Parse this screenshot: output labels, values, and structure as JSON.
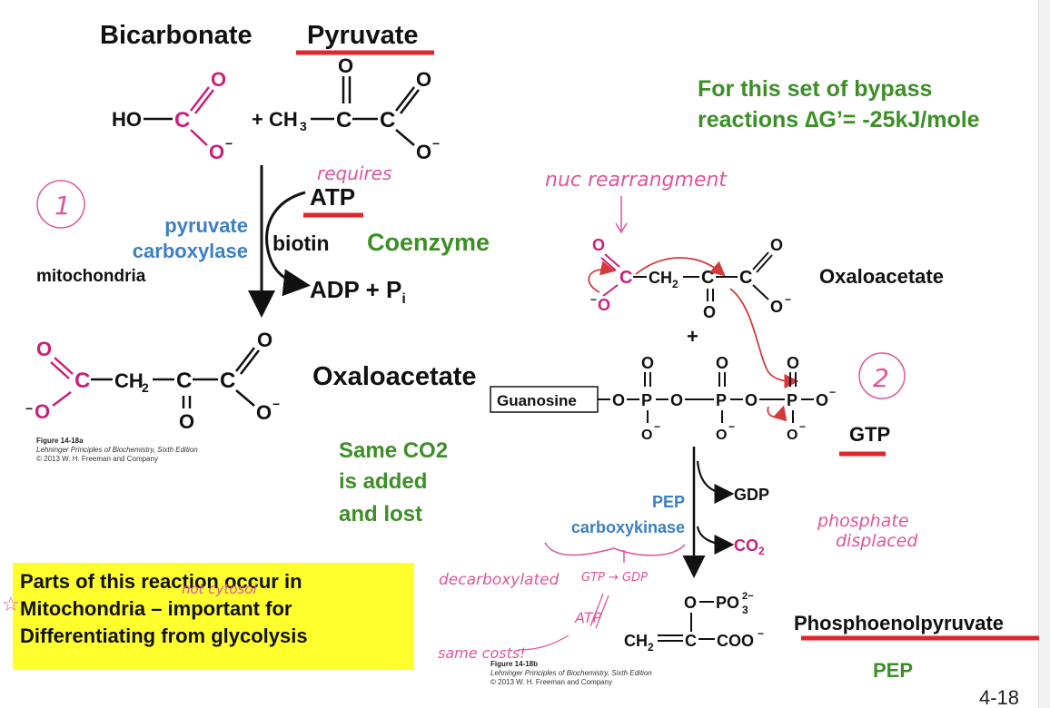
{
  "colors": {
    "magenta": "#cc1f7a",
    "green": "#3c8f26",
    "blue": "#3b7fc4",
    "red": "#e0262a",
    "pink": "#e0559a",
    "yellow": "#ffff2e"
  },
  "top": {
    "bicarbonate": "Bicarbonate",
    "pyruvate": "Pyruvate"
  },
  "top_green": {
    "line1": "For this set of bypass",
    "line2": "reactions ∆G’= -25kJ/mole"
  },
  "step1": {
    "circled": "1",
    "requires": "requires",
    "atp": "ATP",
    "biotin": "biotin",
    "coenzyme": "Coenzyme",
    "adp": "ADP + P",
    "adp_sub": "i",
    "enzyme_line1": "pyruvate",
    "enzyme_line2": "carboxylase",
    "location": "mitochondria",
    "product": "Oxaloacetate"
  },
  "figure_a": {
    "title": "Figure 14-18a",
    "book": "Lehninger Principles of Biochemistry, Sixth Edition",
    "copyright": "© 2013 W. H. Freeman and Company"
  },
  "figure_b": {
    "title": "Figure 14-18b",
    "book": "Lehninger Principles of Biochemistry, Sixth Edition",
    "copyright": "© 2013 W. H. Freeman and Company"
  },
  "co2_note": {
    "line1": "Same CO2",
    "line2": "is added",
    "line3": "and lost"
  },
  "step2": {
    "circled": "2",
    "nuc": "nuc rearrangment",
    "oxaloacetate": "Oxaloacetate",
    "guanosine": "Guanosine",
    "gtp": "GTP",
    "gdp": "GDP",
    "co2": "CO",
    "co2_sub": "2",
    "enzyme_line1": "PEP",
    "enzyme_line2": "carboxykinase",
    "phosphate_note1": "phosphate",
    "phosphate_note2": "displaced",
    "decarbox": "decarboxylated",
    "gtp_gdp": "GTP → GDP",
    "atp_hand": "ATP",
    "same_costs": "same costs!",
    "pep_name": "Phosphoenolpyruvate",
    "pep_abbr": "PEP"
  },
  "yellow_note": {
    "line1": "Parts of this reaction occur in",
    "line2": "Mitochondria – important for",
    "line3": "Differentiating from glycolysis",
    "star": "☆",
    "not_cytosol": "not cytosol"
  },
  "slide_number": "4-18"
}
